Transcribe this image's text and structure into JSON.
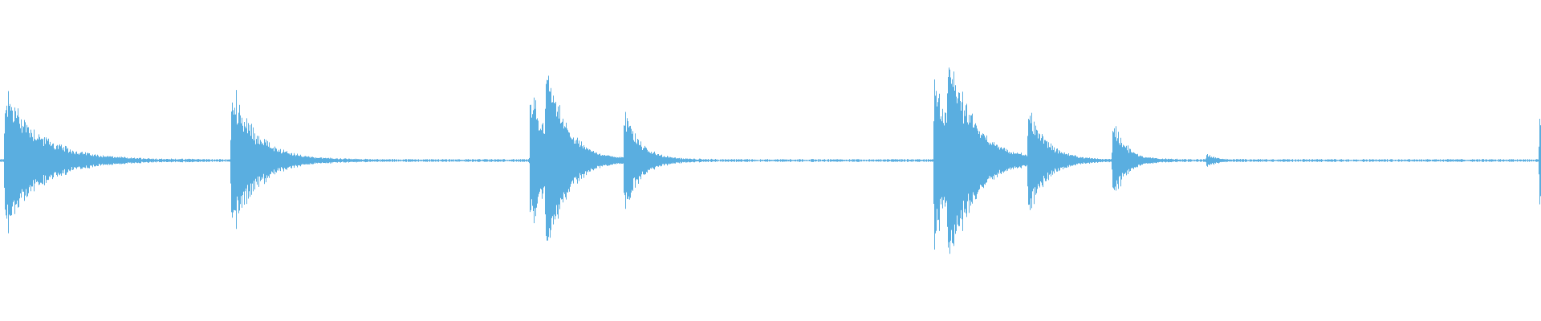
{
  "waveform": {
    "color": "#5aaee0",
    "background": "#ffffff",
    "noise_amplitude": 0.012,
    "events": [
      {
        "t": 0.003,
        "peak": 0.88,
        "decay": 0.022
      },
      {
        "t": 0.15,
        "peak": 0.92,
        "decay": 0.016
      },
      {
        "t": 0.344,
        "peak": 0.86,
        "decay": 0.014
      },
      {
        "t": 0.354,
        "peak": 0.84,
        "decay": 0.012
      },
      {
        "t": 0.405,
        "peak": 0.62,
        "decay": 0.01
      },
      {
        "t": 0.606,
        "peak": 1.0,
        "decay": 0.016
      },
      {
        "t": 0.615,
        "peak": 0.86,
        "decay": 0.016
      },
      {
        "t": 0.667,
        "peak": 0.64,
        "decay": 0.011
      },
      {
        "t": 0.722,
        "peak": 0.51,
        "decay": 0.008
      },
      {
        "t": 0.783,
        "peak": 0.08,
        "decay": 0.005
      },
      {
        "t": 0.999,
        "peak": 0.52,
        "decay": 0.002
      }
    ]
  }
}
